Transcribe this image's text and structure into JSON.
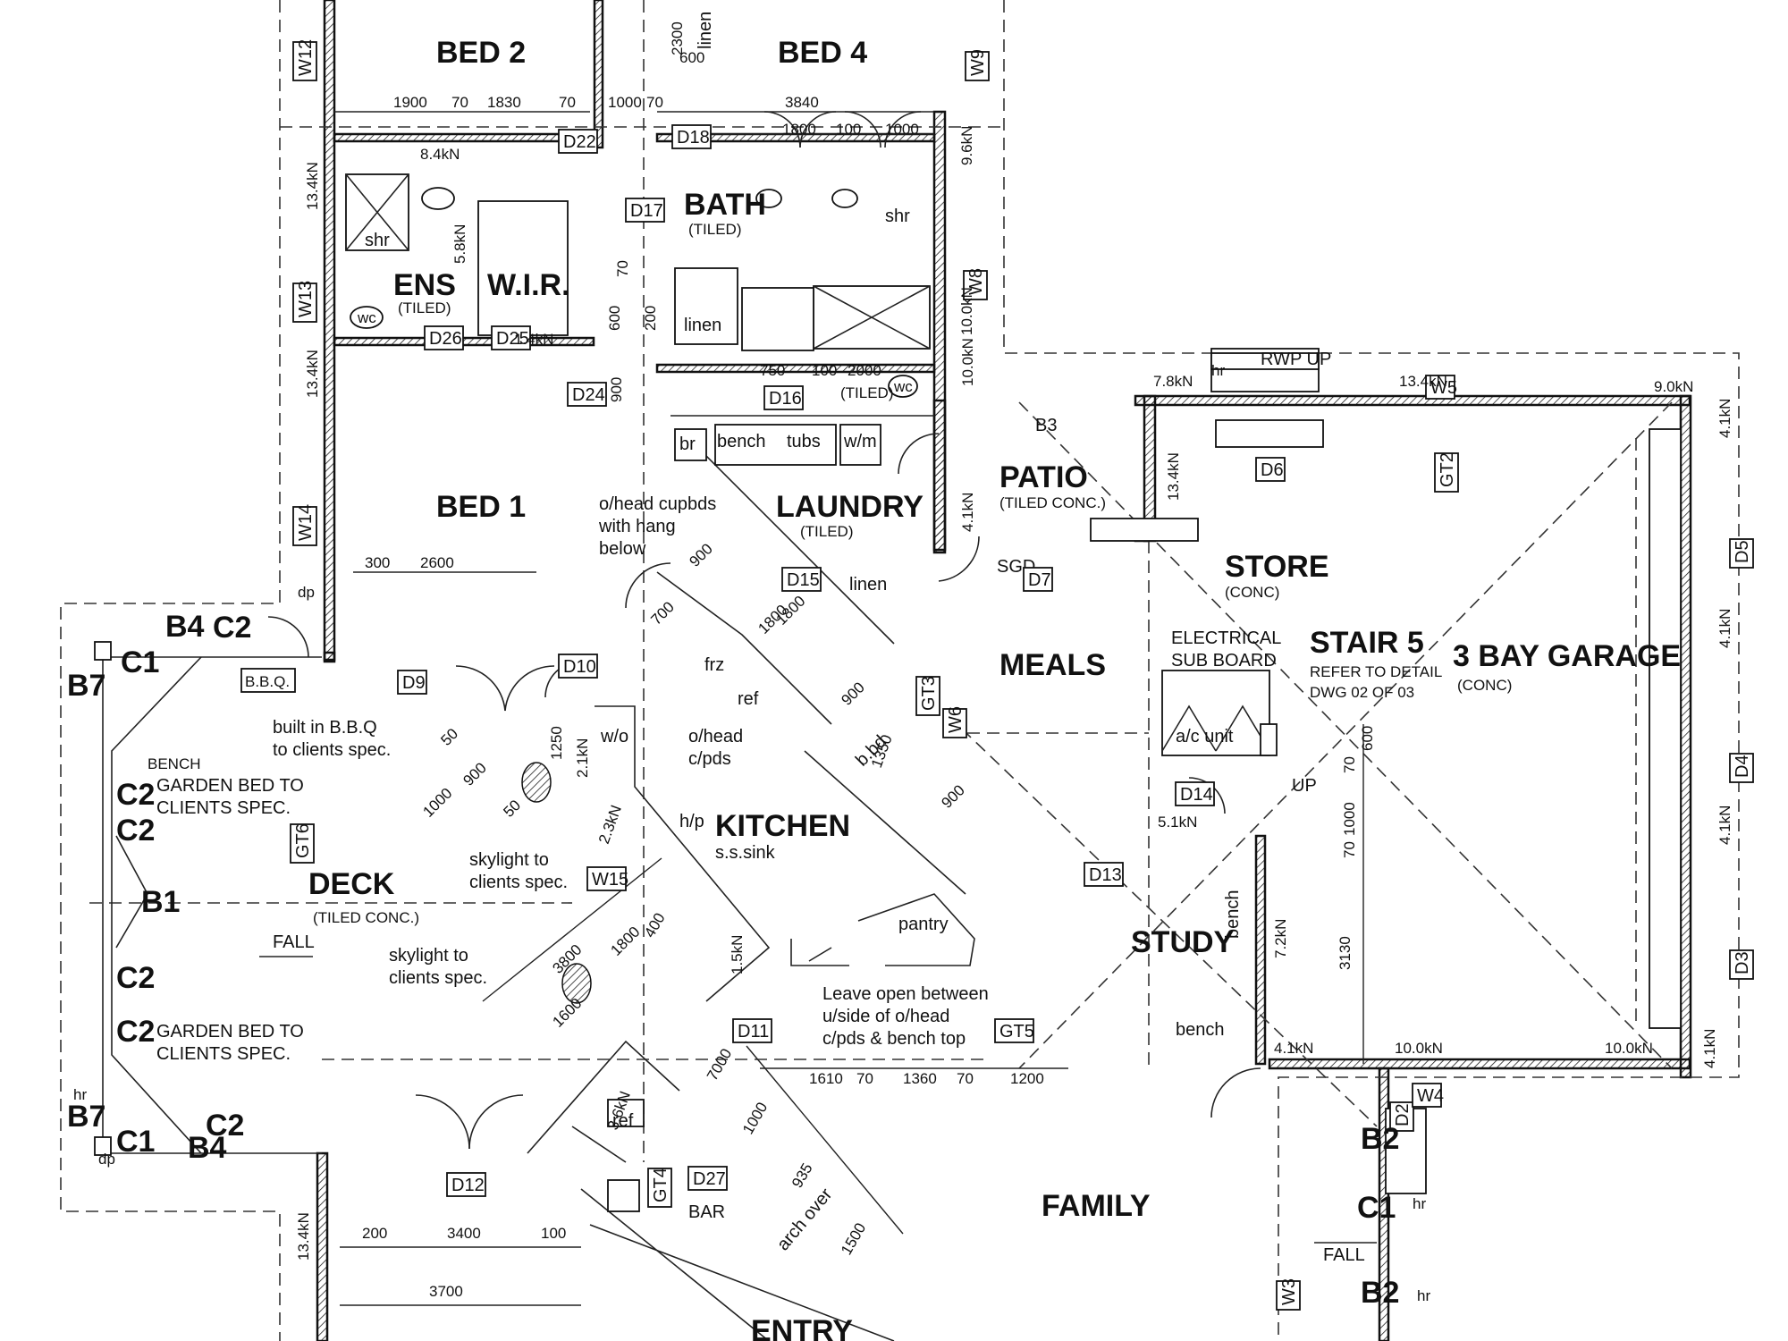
{
  "rooms": [
    {
      "key": "bed2",
      "text": "BED 2"
    },
    {
      "key": "bed4",
      "text": "BED 4"
    },
    {
      "key": "bath",
      "text": "BATH"
    },
    {
      "key": "bath_tiled",
      "text": "(TILED)"
    },
    {
      "key": "ens",
      "text": "ENS"
    },
    {
      "key": "ens_tiled",
      "text": "(TILED)"
    },
    {
      "key": "wir",
      "text": "W.I.R."
    },
    {
      "key": "bed1",
      "text": "BED 1"
    },
    {
      "key": "laundry",
      "text": "LAUNDRY"
    },
    {
      "key": "laundry_tiled",
      "text": "(TILED)"
    },
    {
      "key": "patio",
      "text": "PATIO"
    },
    {
      "key": "patio_sub",
      "text": "(TILED CONC.)"
    },
    {
      "key": "store",
      "text": "STORE"
    },
    {
      "key": "store_sub",
      "text": "(CONC)"
    },
    {
      "key": "meals",
      "text": "MEALS"
    },
    {
      "key": "kitchen",
      "text": "KITCHEN"
    },
    {
      "key": "deck",
      "text": "DECK"
    },
    {
      "key": "deck_sub",
      "text": "(TILED CONC.)"
    },
    {
      "key": "study",
      "text": "STUDY"
    },
    {
      "key": "garage",
      "text": "3 BAY GARAGE"
    },
    {
      "key": "garage_sub",
      "text": "(CONC)"
    },
    {
      "key": "family",
      "text": "FAMILY"
    },
    {
      "key": "entry",
      "text": "ENTRY"
    }
  ],
  "notes": [
    {
      "key": "rwp",
      "text": "RWP UP"
    },
    {
      "key": "stair",
      "text": "STAIR 5"
    },
    {
      "key": "stair2",
      "text": "REFER TO DETAIL"
    },
    {
      "key": "stair3",
      "text": "DWG 02 OF 03"
    },
    {
      "key": "elec1",
      "text": "ELECTRICAL"
    },
    {
      "key": "elec2",
      "text": "SUB BOARD"
    },
    {
      "key": "acunit",
      "text": "a/c unit"
    },
    {
      "key": "up",
      "text": "UP"
    },
    {
      "key": "ohead1",
      "text": "o/head cupbds"
    },
    {
      "key": "ohead2",
      "text": "with hang"
    },
    {
      "key": "ohead3",
      "text": "below"
    },
    {
      "key": "ohead_k1",
      "text": "o/head"
    },
    {
      "key": "ohead_k2",
      "text": "c/pds"
    },
    {
      "key": "bbq1",
      "text": "built in B.B.Q"
    },
    {
      "key": "bbq2",
      "text": "to clients spec."
    },
    {
      "key": "bbqbox",
      "text": "B.B.Q."
    },
    {
      "key": "garden1",
      "text": "GARDEN BED TO"
    },
    {
      "key": "garden1b",
      "text": "CLIENTS SPEC."
    },
    {
      "key": "garden2",
      "text": "GARDEN BED TO"
    },
    {
      "key": "garden2b",
      "text": "CLIENTS SPEC."
    },
    {
      "key": "sky1",
      "text": "skylight to"
    },
    {
      "key": "sky1b",
      "text": "clients spec."
    },
    {
      "key": "sky2",
      "text": "skylight to"
    },
    {
      "key": "sky2b",
      "text": "clients spec."
    },
    {
      "key": "leave1",
      "text": "Leave open between"
    },
    {
      "key": "leave2",
      "text": "u/side of o/head"
    },
    {
      "key": "leave3",
      "text": "c/pds & bench top"
    },
    {
      "key": "fall1",
      "text": "FALL"
    },
    {
      "key": "fall2",
      "text": "FALL"
    },
    {
      "key": "pantry",
      "text": "pantry"
    },
    {
      "key": "bench_s",
      "text": "bench"
    },
    {
      "key": "bench_s2",
      "text": "bench"
    },
    {
      "key": "bench_l",
      "text": "bench"
    },
    {
      "key": "tubs",
      "text": "tubs"
    },
    {
      "key": "wm",
      "text": "w/m"
    },
    {
      "key": "br",
      "text": "br"
    },
    {
      "key": "linen1",
      "text": "linen"
    },
    {
      "key": "linen2",
      "text": "linen"
    },
    {
      "key": "linen3",
      "text": "linen"
    },
    {
      "key": "shr1",
      "text": "shr"
    },
    {
      "key": "shr2",
      "text": "shr"
    },
    {
      "key": "wc1",
      "text": "wc"
    },
    {
      "key": "wc2",
      "text": "wc"
    },
    {
      "key": "frz",
      "text": "frz"
    },
    {
      "key": "ref1",
      "text": "ref"
    },
    {
      "key": "ref2",
      "text": "ref"
    },
    {
      "key": "wo",
      "text": "w/o"
    },
    {
      "key": "hp",
      "text": "h/p"
    },
    {
      "key": "sink",
      "text": "s.s.sink"
    },
    {
      "key": "bar",
      "text": "BAR"
    },
    {
      "key": "arch",
      "text": "arch over"
    },
    {
      "key": "benchk",
      "text": "BENCH"
    },
    {
      "key": "bdd",
      "text": "b.bd"
    },
    {
      "key": "sgd",
      "text": "SGD"
    },
    {
      "key": "tiled_b",
      "text": "(TILED)"
    },
    {
      "key": "dp1",
      "text": "dp"
    },
    {
      "key": "dp2",
      "text": "dp"
    },
    {
      "key": "hr1",
      "text": "hr"
    },
    {
      "key": "hr2",
      "text": "hr"
    },
    {
      "key": "hr3",
      "text": "hr"
    },
    {
      "key": "hr4",
      "text": "hr"
    }
  ],
  "doors": [
    "D22",
    "D18",
    "D17",
    "D26",
    "D25",
    "D24",
    "D16",
    "D15",
    "D10",
    "D9",
    "D14",
    "D13",
    "D11",
    "D12",
    "D27",
    "D7",
    "D6",
    "D2",
    "D3",
    "D4",
    "D5",
    "B3"
  ],
  "windows": [
    "W12",
    "W13",
    "W14",
    "W9",
    "W8",
    "W6",
    "W5",
    "W4",
    "W3",
    "W15"
  ],
  "codes": [
    "GT6",
    "GT3",
    "GT2",
    "GT5",
    "GT4",
    "B4",
    "B4",
    "B7",
    "B7",
    "C1",
    "C1",
    "C1",
    "C2",
    "C2",
    "C2",
    "C2",
    "C2",
    "C2",
    "B1",
    "B2",
    "B2"
  ],
  "loads": [
    "8.4kN",
    "13.4kN",
    "5.8kN",
    "1.4kN",
    "13.4kN",
    "9.6kN",
    "10.0kN",
    "7.8kN",
    "13.4kN",
    "9.0kN",
    "4.1kN",
    "13.4kN",
    "4.1kN",
    "4.1kN",
    "4.1kN",
    "10.0kN",
    "2.1kN",
    "2.3kN",
    "1.5kN",
    "3.6kN",
    "5.1kN",
    "7.2kN",
    "4.1kN",
    "10.0kN",
    "10.0kN",
    "4.1kN",
    "13.4kN"
  ],
  "dims": [
    "1900",
    "70",
    "1830",
    "70",
    "1000",
    "70",
    "2300",
    "3840",
    "600",
    "1800",
    "100",
    "1000",
    "750",
    "100",
    "2000",
    "900",
    "600",
    "200",
    "70",
    "300",
    "2600",
    "700",
    "900",
    "1800",
    "900",
    "1350",
    "900",
    "50",
    "900",
    "1000",
    "50",
    "1250",
    "3800",
    "1800",
    "400",
    "1600",
    "1610",
    "70",
    "1360",
    "70",
    "1200",
    "7000",
    "1000",
    "935",
    "1500",
    "200",
    "3400",
    "100",
    "3700",
    "70",
    "1000",
    "70",
    "600",
    "3130",
    "1800"
  ]
}
